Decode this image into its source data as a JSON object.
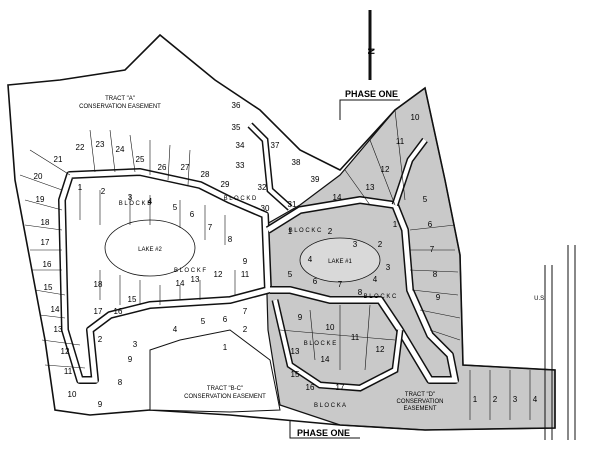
{
  "north_label": "N",
  "phase_one_top": "PHASE ONE",
  "phase_one_bottom": "PHASE ONE",
  "tract_a": [
    "TRACT \"A\"",
    "CONSERVATION EASEMENT"
  ],
  "tract_bc": [
    "TRACT \"B-C\"",
    "CONSERVATION EASEMENT"
  ],
  "tract_d": [
    "TRACT \"D\"",
    "CONSERVATION",
    "EASEMENT"
  ],
  "lake_2": "LAKE #2",
  "lake_1": "LAKE #1",
  "blocks": {
    "b": "B L O C K   B",
    "d": "B L O C K   D",
    "c1": "B L O C K   C",
    "c2": "B L O C K   C",
    "e": "B L O C K   E",
    "a": "B L O C K   A",
    "f": "B L O C K   F"
  },
  "road_label": "U.S.",
  "lots": {
    "top_left": [
      "20",
      "21",
      "22",
      "23",
      "24",
      "25",
      "26",
      "27",
      "28",
      "29"
    ],
    "top_mid": [
      "36",
      "35",
      "34",
      "33",
      "32",
      "37",
      "38",
      "39",
      "30",
      "31"
    ],
    "left_col": [
      "1",
      "19",
      "18",
      "17",
      "16",
      "15",
      "14",
      "13",
      "12",
      "11",
      "10",
      "9"
    ],
    "block_b": [
      "2",
      "3",
      "4",
      "5",
      "6",
      "7",
      "8",
      "9"
    ],
    "block_f": [
      "11",
      "12",
      "13",
      "14",
      "15",
      "16",
      "17",
      "18"
    ],
    "bottom_left": [
      "2",
      "3",
      "4",
      "5",
      "6",
      "7",
      "8",
      "9",
      "1",
      "2"
    ],
    "right_grey": [
      "10",
      "11",
      "12",
      "13",
      "14",
      "1",
      "2",
      "3",
      "4",
      "5",
      "6",
      "7",
      "8",
      "9",
      "10",
      "11",
      "12",
      "13"
    ],
    "center_grey": [
      "1",
      "2",
      "3",
      "4",
      "5",
      "6",
      "7",
      "8",
      "9",
      "10",
      "11",
      "12",
      "13",
      "14",
      "15",
      "16",
      "17"
    ],
    "far_right": [
      "1",
      "2",
      "3",
      "4"
    ]
  },
  "colors": {
    "shaded": "#c9c9c9",
    "line": "#111111",
    "paper": "#ffffff"
  }
}
